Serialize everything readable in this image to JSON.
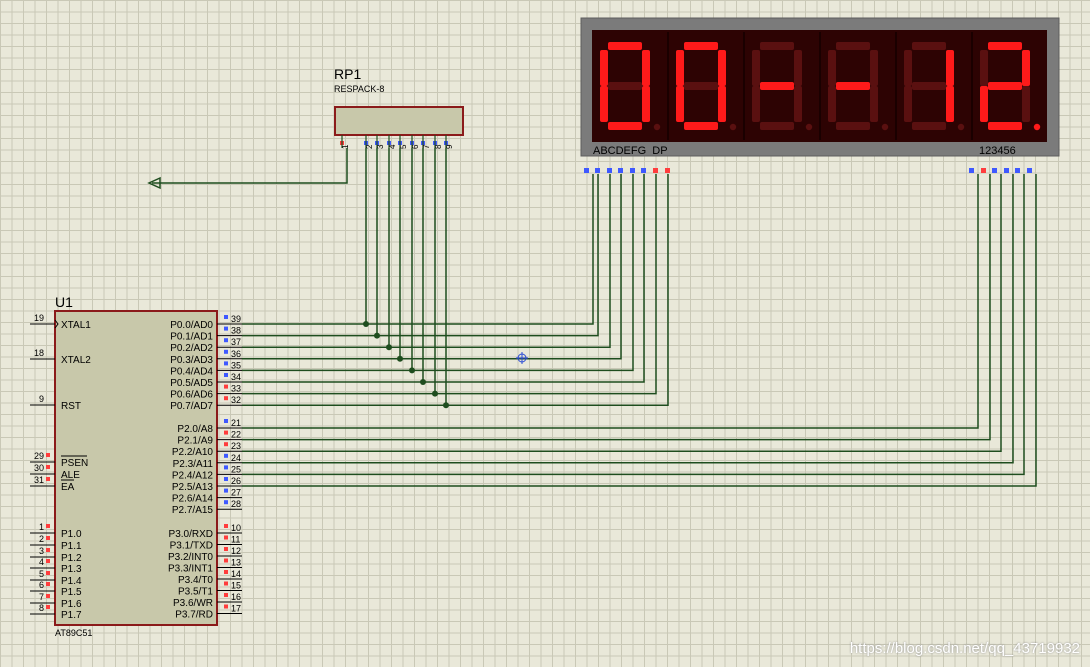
{
  "colors": {
    "wire": "#1e4d1e",
    "body_fill": "#c8c8aa",
    "body_stroke": "#8b1a1a",
    "pin_blue": "#3f59ff",
    "pin_red": "#ff3d3d",
    "seg_on": "#ff1a1a",
    "seg_off": "#5a1010",
    "display_bg": "#2d0303",
    "display_frame": "#7b7b7b",
    "text": "#000000",
    "cursor": "#2b4bd6"
  },
  "rp1": {
    "name": "RP1",
    "type": "RESPACK-8",
    "pins": [
      "1",
      "2",
      "3",
      "4",
      "5",
      "6",
      "7",
      "8",
      "9"
    ]
  },
  "u1": {
    "name": "U1",
    "part": "AT89C51",
    "left_pins": [
      {
        "num": "19",
        "label": "XTAL1",
        "over": false
      },
      {
        "num": "18",
        "label": "XTAL2",
        "over": false
      },
      {
        "num": "9",
        "label": "RST",
        "over": false
      },
      {
        "num": "29",
        "label": "PSEN",
        "over": true
      },
      {
        "num": "30",
        "label": "ALE",
        "over": false
      },
      {
        "num": "31",
        "label": "EA",
        "over": true
      },
      {
        "num": "1",
        "label": "P1.0",
        "over": false
      },
      {
        "num": "2",
        "label": "P1.1",
        "over": false
      },
      {
        "num": "3",
        "label": "P1.2",
        "over": false
      },
      {
        "num": "4",
        "label": "P1.3",
        "over": false
      },
      {
        "num": "5",
        "label": "P1.4",
        "over": false
      },
      {
        "num": "6",
        "label": "P1.5",
        "over": false
      },
      {
        "num": "7",
        "label": "P1.6",
        "over": false
      },
      {
        "num": "8",
        "label": "P1.7",
        "over": false
      }
    ],
    "right_pins": [
      {
        "num": "39",
        "label": "P0.0/AD0"
      },
      {
        "num": "38",
        "label": "P0.1/AD1"
      },
      {
        "num": "37",
        "label": "P0.2/AD2"
      },
      {
        "num": "36",
        "label": "P0.3/AD3"
      },
      {
        "num": "35",
        "label": "P0.4/AD4"
      },
      {
        "num": "34",
        "label": "P0.5/AD5"
      },
      {
        "num": "33",
        "label": "P0.6/AD6"
      },
      {
        "num": "32",
        "label": "P0.7/AD7"
      },
      {
        "num": "21",
        "label": "P2.0/A8"
      },
      {
        "num": "22",
        "label": "P2.1/A9"
      },
      {
        "num": "23",
        "label": "P2.2/A10"
      },
      {
        "num": "24",
        "label": "P2.3/A11"
      },
      {
        "num": "25",
        "label": "P2.4/A12"
      },
      {
        "num": "26",
        "label": "P2.5/A13"
      },
      {
        "num": "27",
        "label": "P2.6/A14"
      },
      {
        "num": "28",
        "label": "P2.7/A15"
      },
      {
        "num": "10",
        "label": "P3.0/RXD"
      },
      {
        "num": "11",
        "label": "P3.1/TXD"
      },
      {
        "num": "12",
        "label": "P3.2/INT0"
      },
      {
        "num": "13",
        "label": "P3.3/INT1"
      },
      {
        "num": "14",
        "label": "P3.4/T0"
      },
      {
        "num": "15",
        "label": "P3.5/T1"
      },
      {
        "num": "16",
        "label": "P3.6/WR"
      },
      {
        "num": "17",
        "label": "P3.7/RD"
      }
    ]
  },
  "display": {
    "segment_label": "ABCDEFG  DP",
    "digit_label": "123456",
    "digits": [
      "0",
      "0",
      "-",
      "-",
      "1",
      "2"
    ],
    "dp_lit": [
      false,
      false,
      false,
      false,
      false,
      true
    ]
  },
  "watermark": "https://blog.csdn.net/qq_43719932"
}
